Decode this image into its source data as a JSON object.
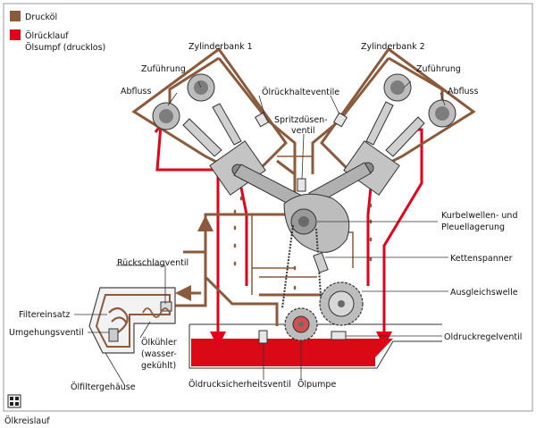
{
  "legend": {
    "items": [
      {
        "label": "Drucköl",
        "color": "#8b5a3c"
      },
      {
        "label": "Ölrücklauf",
        "color": "#e2001a"
      },
      {
        "label": "Ölsumpf (drucklos)",
        "color": "#e2001a"
      }
    ]
  },
  "labels": {
    "zylinderbank1": "Zylinderbank 1",
    "zylinderbank2": "Zylinderbank 2",
    "zufuehrung_left": "Zuführung",
    "zufuehrung_right": "Zuführung",
    "abfluss_left": "Abfluss",
    "abfluss_right": "Abfluss",
    "oelrueckhalteventile": "Ölrückhalteventile",
    "spritzduesen_line1": "Spritzdüsen-",
    "spritzduesen_line2": "ventil",
    "kurbelwellen_line1": "Kurbelwellen- und",
    "kurbelwellen_line2": "Pleuellagerung",
    "kettenspanner": "Kettenspanner",
    "ausgleichswelle": "Ausgleichswelle",
    "rueckschlagventil": "Rückschlagventil",
    "filtereinsatz": "Filtereinsatz",
    "umgehungsventil": "Umgehungsventil",
    "oelkuehler_line1": "Ölkühler",
    "oelkuehler_line2": "(wasser-",
    "oelkuehler_line3": "gekühlt)",
    "oelfiltergehaeuse": "Ölfiltergehäuse",
    "oeldrucksicherheitsventil": "Öldrucksicherheitsventil",
    "oelpumpe": "Ölpumpe",
    "oldruckregelventil": "Oldruckregelventil"
  },
  "caption": "Ölkreislauf",
  "colors": {
    "pressure_oil": "#8b5a3c",
    "return_oil": "#e2001a",
    "sump": "#d90a16",
    "metal": "#b8b8b8",
    "outline": "#333333"
  },
  "icons": {
    "logo": "grid-logo-icon"
  }
}
